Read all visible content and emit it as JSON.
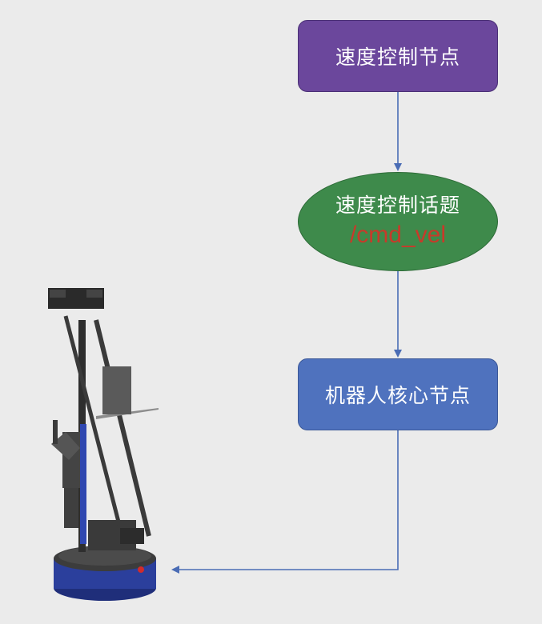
{
  "nodes": {
    "speed_control_node": {
      "label": "速度控制节点",
      "color": "#6b479c"
    },
    "speed_control_topic": {
      "label": "速度控制话题",
      "topic": "/cmd_vel",
      "color": "#3e8a4b",
      "topic_color": "#c83a2a"
    },
    "robot_core_node": {
      "label": "机器人核心节点",
      "color": "#4f72be"
    }
  },
  "edges": [
    {
      "from": "speed_control_node",
      "to": "speed_control_topic"
    },
    {
      "from": "speed_control_topic",
      "to": "robot_core_node"
    },
    {
      "from": "robot_core_node",
      "to": "robot"
    }
  ],
  "robot": {
    "image": "mobile-manipulator-robot",
    "base_color": "#2b3f9c"
  },
  "colors": {
    "connector": "#4a6cb5",
    "background": "#ebebeb"
  }
}
